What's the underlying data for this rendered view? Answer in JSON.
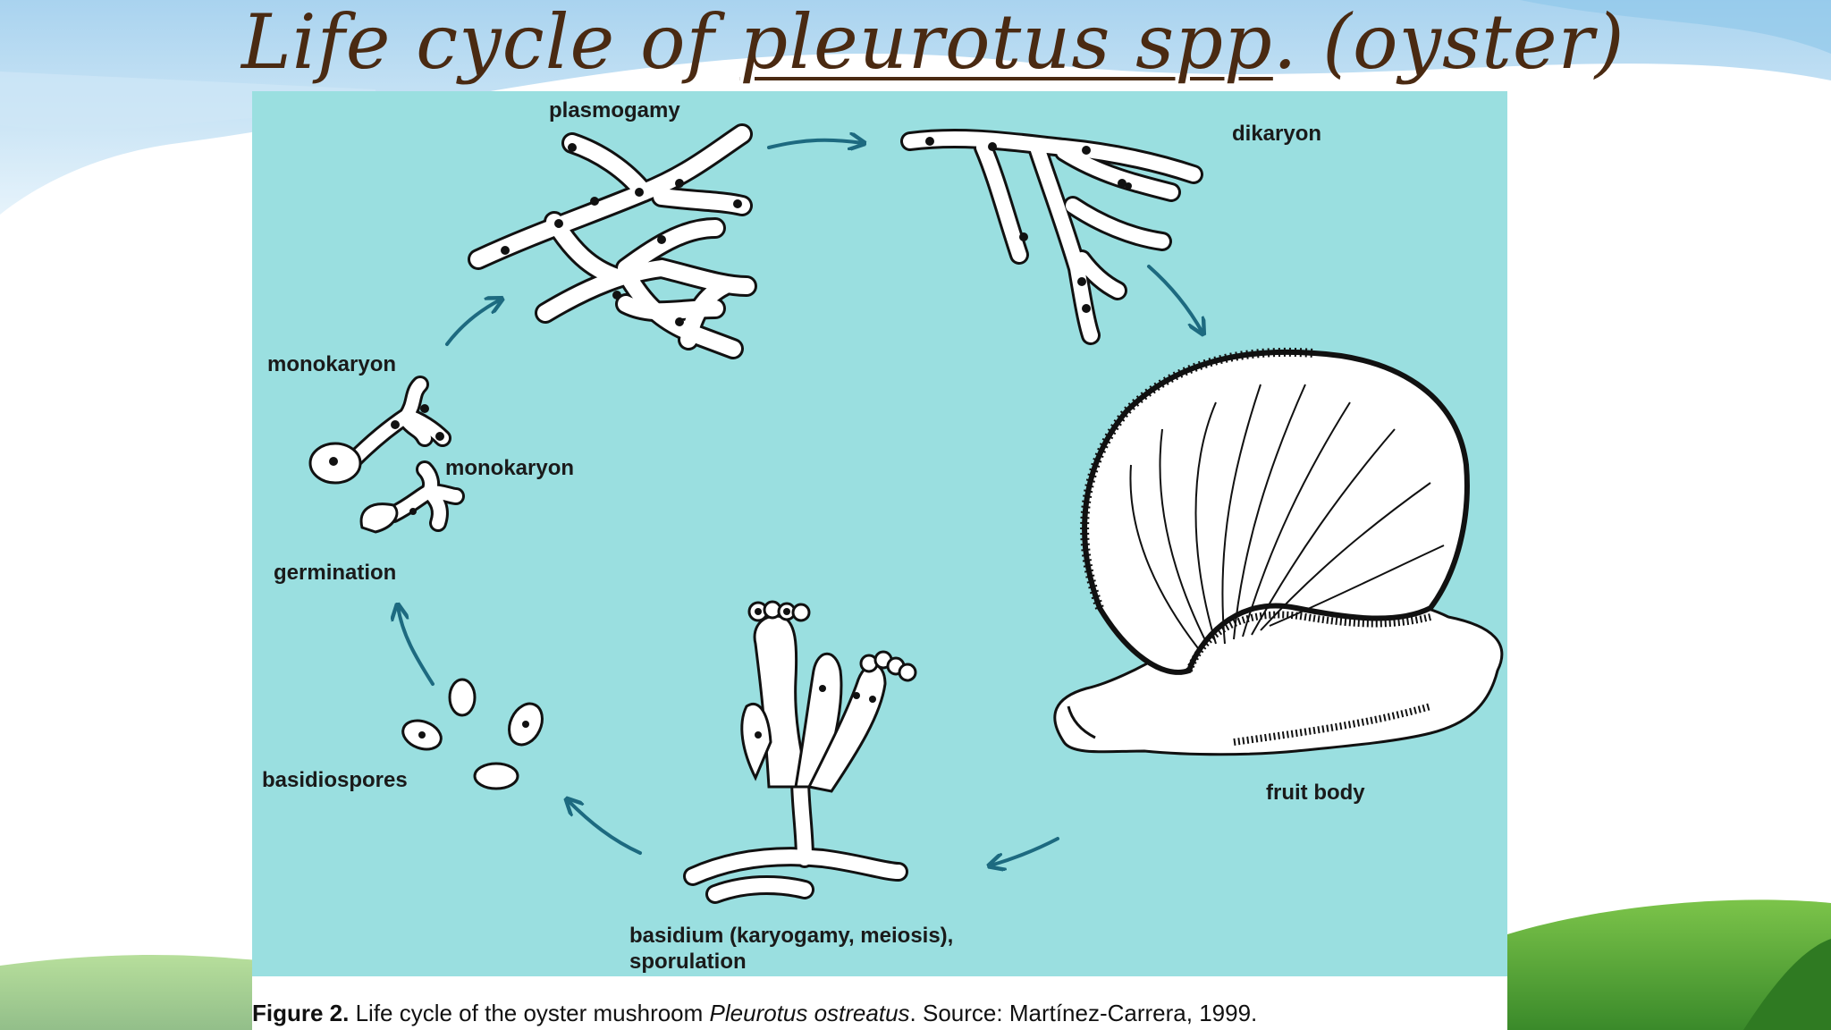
{
  "slide": {
    "title_prefix": "Life cycle of ",
    "title_genus": "pleurotus spp",
    "title_suffix": ". (oyster)"
  },
  "diagram": {
    "labels": {
      "plasmogamy": "plasmogamy",
      "dikaryon": "dikaryon",
      "monokaryon_1": "monokaryon",
      "monokaryon_2": "monokaryon",
      "germination": "germination",
      "basidiospores": "basidiospores",
      "fruit_body": "fruit body",
      "basidium_line1": "basidium (karyogamy, meiosis),",
      "basidium_line2": "sporulation"
    },
    "caption": {
      "figure_label": "Figure 2.",
      "text_before": " Life cycle of the oyster mushroom ",
      "species": "Pleurotus ostreatus",
      "text_after": ". Source: Martínez-Carrera, 1999."
    }
  },
  "colors": {
    "title": "#4a2a12",
    "figure_bg": "#9adfe0",
    "arrow": "#1d6a80",
    "sky": "#bfe0f2",
    "grass": "#5aa83a"
  }
}
